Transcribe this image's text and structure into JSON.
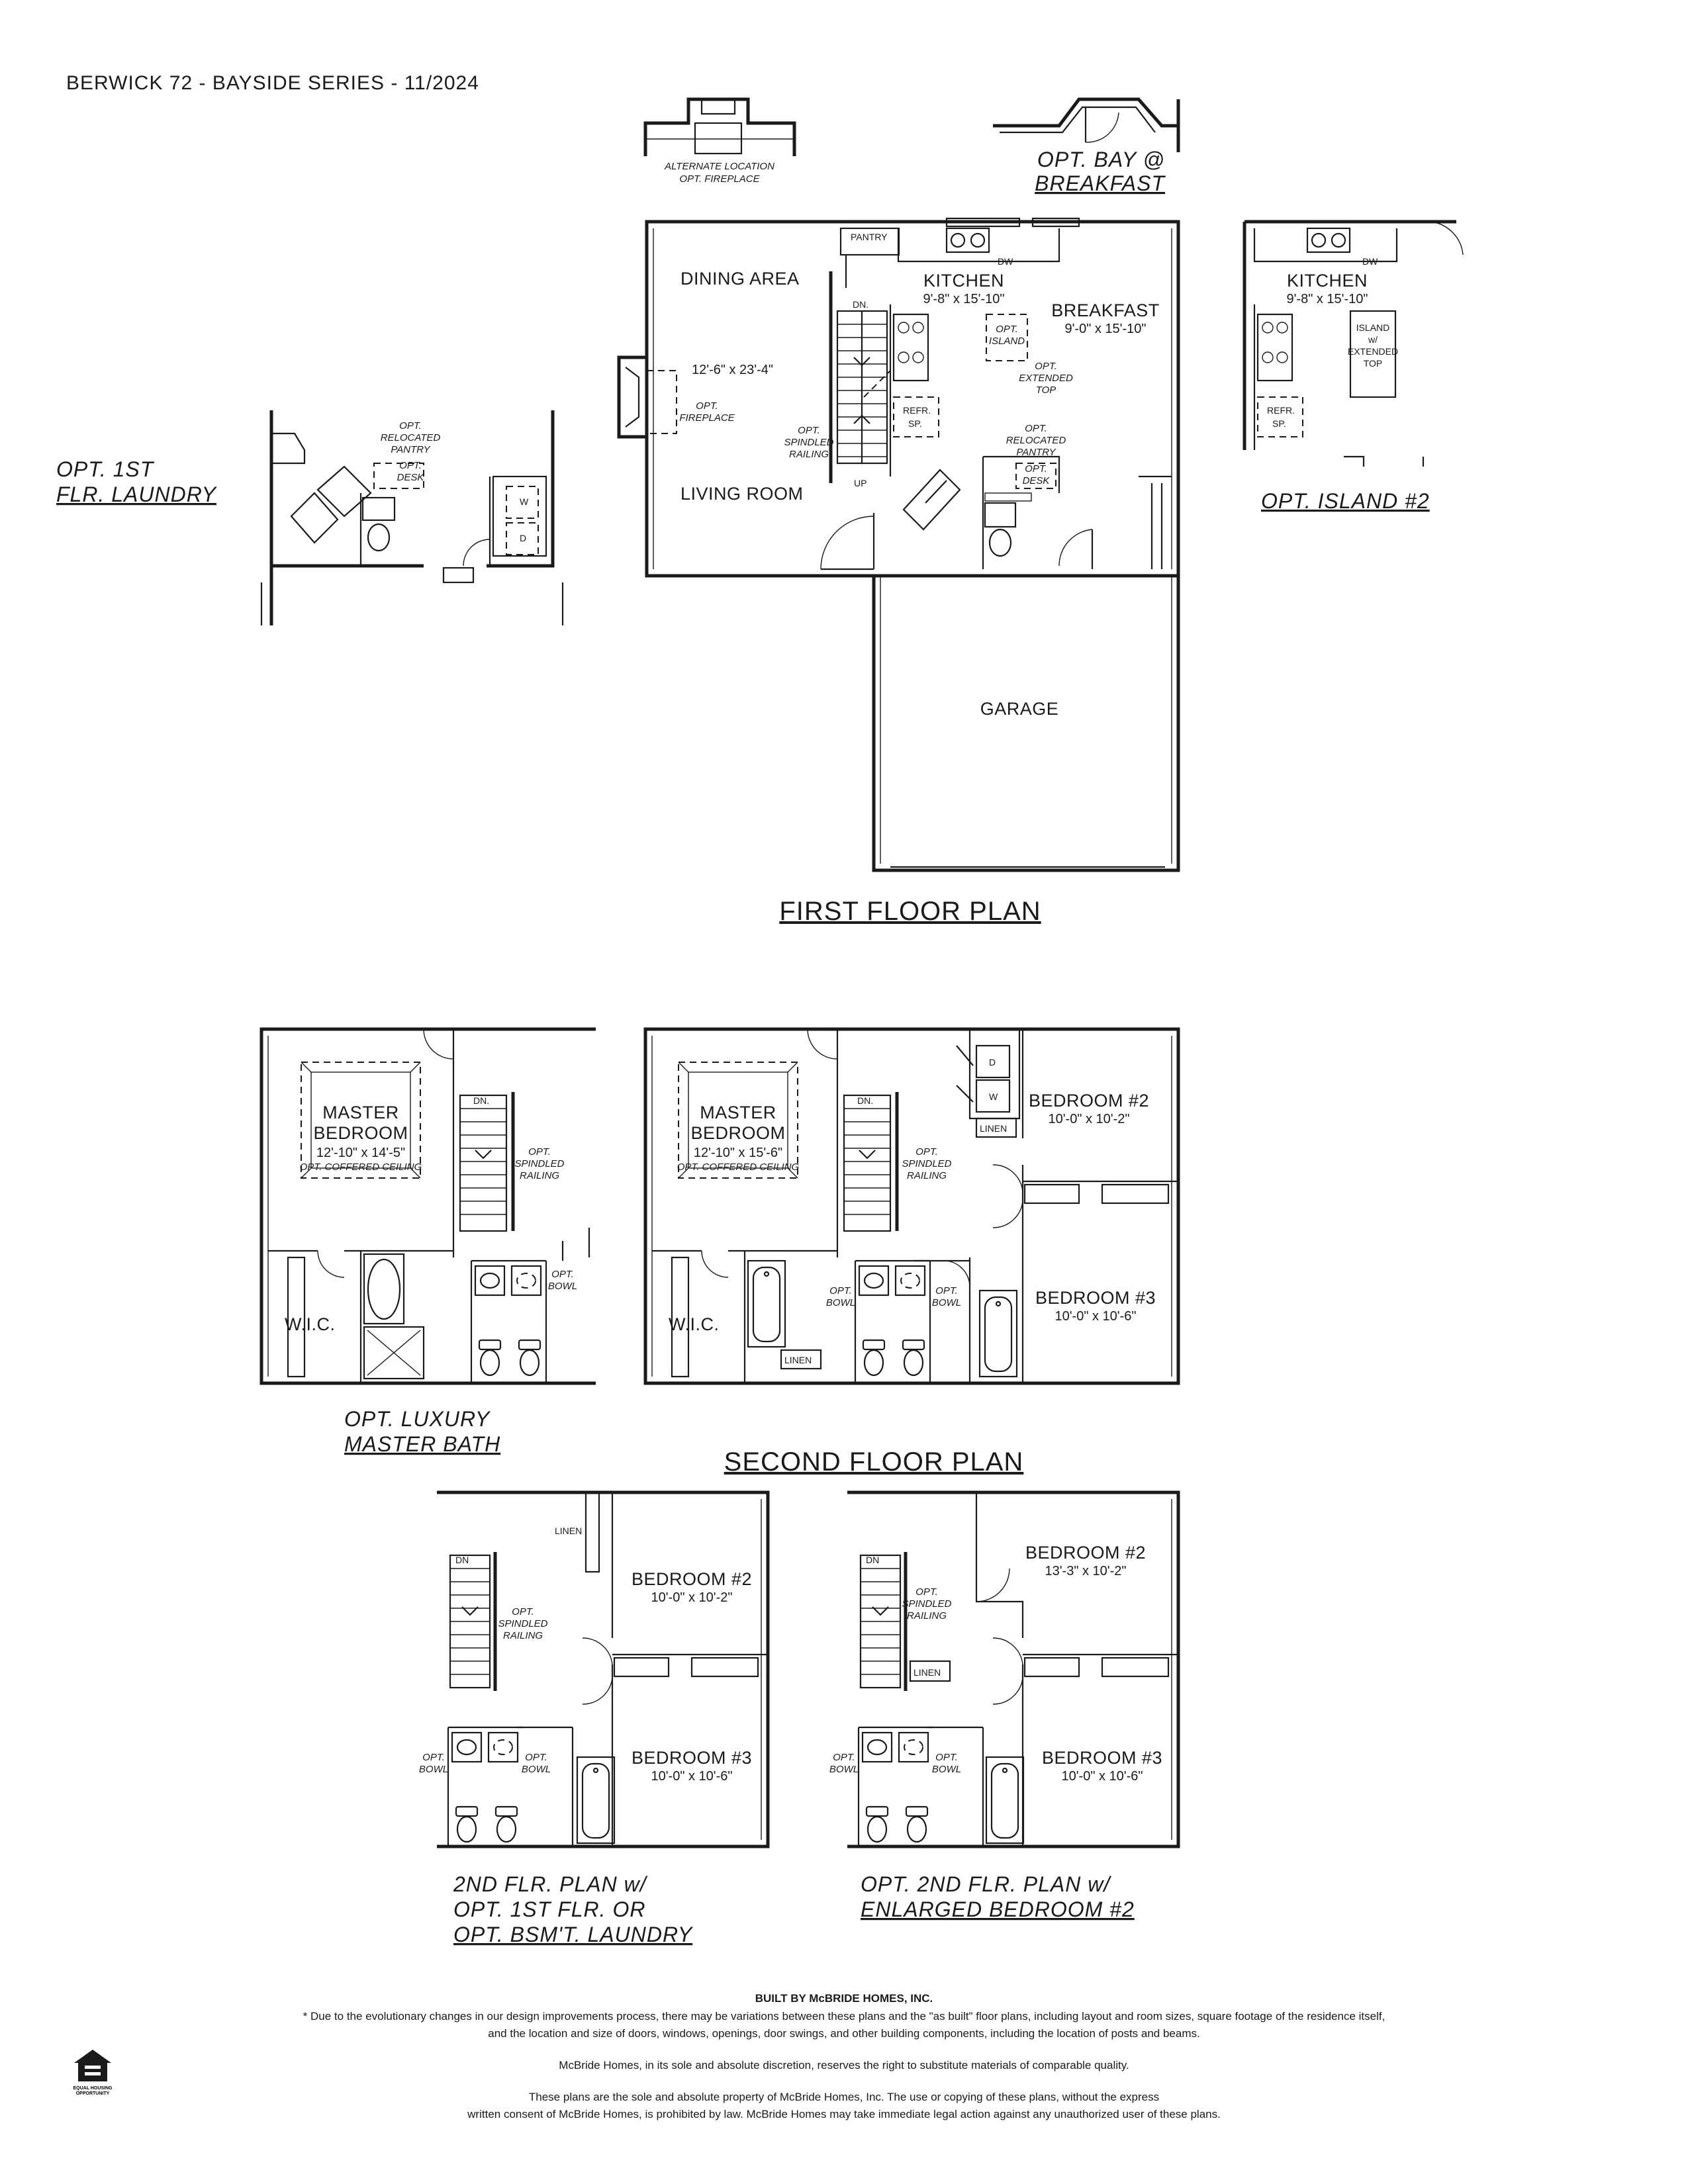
{
  "header": {
    "title": "BERWICK 72 - BAYSIDE SERIES - 11/2024"
  },
  "first_floor": {
    "title": "FIRST FLOOR PLAN",
    "dining_area": "DINING AREA",
    "living_room": "LIVING ROOM",
    "living_dim": "12'-6\" x 23'-4\"",
    "kitchen": "KITCHEN",
    "kitchen_dim": "9'-8\" x 15'-10\"",
    "breakfast": "BREAKFAST",
    "breakfast_dim": "9'-0\" x 15'-10\"",
    "garage": "GARAGE",
    "pantry": "PANTRY",
    "dw": "DW",
    "dn": "DN.",
    "up": "UP",
    "refr": [
      "REFR.",
      "SP."
    ],
    "opt_island": [
      "OPT.",
      "ISLAND"
    ],
    "opt_extended_top": [
      "OPT.",
      "EXTENDED",
      "TOP"
    ],
    "opt_fireplace": [
      "OPT.",
      "FIREPLACE"
    ],
    "opt_spindled_railing": [
      "OPT.",
      "SPINDLED",
      "RAILING"
    ],
    "opt_relocated_pantry": [
      "OPT.",
      "RELOCATED",
      "PANTRY"
    ],
    "opt_desk": [
      "OPT.",
      "DESK"
    ]
  },
  "alt_fireplace": {
    "label": [
      "ALTERNATE LOCATION",
      "OPT. FIREPLACE"
    ]
  },
  "opt_bay": {
    "caption": [
      "OPT. BAY @",
      "BREAKFAST"
    ]
  },
  "opt_laundry": {
    "caption": [
      "OPT. 1ST",
      "FLR. LAUNDRY"
    ],
    "relocated_pantry": [
      "OPT.",
      "RELOCATED",
      "PANTRY"
    ],
    "desk": [
      "OPT.",
      "DESK"
    ],
    "w": "W",
    "d": "D"
  },
  "opt_island2": {
    "caption": "OPT. ISLAND #2",
    "kitchen": "KITCHEN",
    "kitchen_dim": "9'-8\" x 15'-10\"",
    "dw": "DW",
    "island_label": [
      "ISLAND",
      "w/",
      "EXTENDED",
      "TOP"
    ],
    "refr": [
      "REFR.",
      "SP."
    ]
  },
  "second_floor": {
    "title": "SECOND FLOOR PLAN",
    "master": [
      "MASTER",
      "BEDROOM"
    ],
    "master_dim": "12'-10\" x 15'-6\"",
    "coffered": "OPT. COFFERED CEILING",
    "wic": "W.I.C.",
    "linen": "LINEN",
    "bedroom2": "BEDROOM #2",
    "bedroom2_dim": "10'-0\" x 10'-2\"",
    "bedroom3": "BEDROOM #3",
    "bedroom3_dim": "10'-0\" x 10'-6\"",
    "dn": "DN.",
    "d": "D",
    "w": "W",
    "spindled": [
      "OPT.",
      "SPINDLED",
      "RAILING"
    ],
    "opt_bowl": [
      "OPT.",
      "BOWL"
    ]
  },
  "luxury_bath": {
    "caption": [
      "OPT. LUXURY",
      "MASTER BATH"
    ],
    "master": [
      "MASTER",
      "BEDROOM"
    ],
    "master_dim": "12'-10\" x 14'-5\"",
    "coffered": "OPT. COFFERED CEILING",
    "wic": "W.I.C.",
    "dn": "DN.",
    "spindled": [
      "OPT.",
      "SPINDLED",
      "RAILING"
    ],
    "opt_bowl": [
      "OPT.",
      "BOWL"
    ]
  },
  "alt_laundry_plan": {
    "caption": [
      "2ND FLR. PLAN w/",
      "OPT. 1ST FLR. OR",
      "OPT. BSM'T. LAUNDRY"
    ],
    "linen": "LINEN",
    "dn": "DN",
    "bedroom2": "BEDROOM #2",
    "bedroom2_dim": "10'-0\" x 10'-2\"",
    "bedroom3": "BEDROOM #3",
    "bedroom3_dim": "10'-0\" x 10'-6\"",
    "spindled": [
      "OPT.",
      "SPINDLED",
      "RAILING"
    ],
    "opt_bowl": [
      "OPT.",
      "BOWL"
    ]
  },
  "enlarged_plan": {
    "caption": [
      "OPT. 2ND FLR. PLAN w/",
      "ENLARGED BEDROOM #2"
    ],
    "linen": "LINEN",
    "dn": "DN",
    "bedroom2": "BEDROOM #2",
    "bedroom2_dim": "13'-3\" x 10'-2\"",
    "bedroom3": "BEDROOM #3",
    "bedroom3_dim": "10'-0\" x 10'-6\"",
    "spindled": [
      "OPT.",
      "SPINDLED",
      "RAILING"
    ],
    "opt_bowl": [
      "OPT.",
      "BOWL"
    ]
  },
  "footer": {
    "builder": "BUILT BY McBRIDE HOMES, INC.",
    "disclaimer1": "* Due to the evolutionary changes in our design improvements process, there may be variations between these plans and the \"as built\" floor plans, including layout and room sizes, square footage of the residence itself,",
    "disclaimer2": "and the location and size of doors, windows, openings, door swings, and other building components, including the location of posts and beams.",
    "discretion": "McBride Homes, in its sole and absolute discretion, reserves the right to substitute materials of comparable quality.",
    "property1": "These plans are the sole and absolute property of McBride Homes, Inc.  The use or copying of these plans, without the express",
    "property2": "written consent of McBride Homes, is prohibited by law. McBride Homes may take immediate legal action against any unauthorized user of these plans.",
    "eho": [
      "EQUAL HOUSING",
      "OPPORTUNITY"
    ]
  }
}
